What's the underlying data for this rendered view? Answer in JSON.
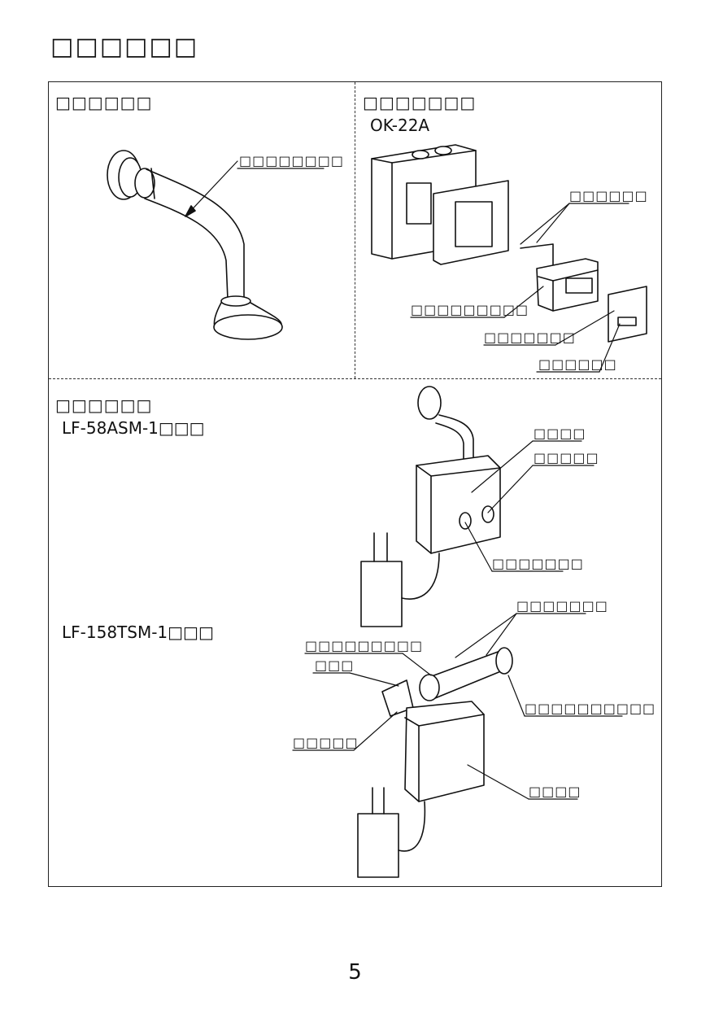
{
  "page_title": "□□□□□□",
  "sections": {
    "spout": {
      "heading": "□□□□□□",
      "label": "□□□□□□□□"
    },
    "sensor": {
      "heading": "□□□□□□□",
      "model": "OK-22A",
      "labels": {
        "a": "□□□□□□",
        "b": "□□□□□□□□□",
        "c": "□□□□□□□",
        "d": "□□□□□□"
      }
    },
    "valve": {
      "heading": "□□□□□□",
      "model1": "LF-58ASM-1□□□",
      "model2": "LF-158TSM-1□□□",
      "labels1": {
        "a": "□□□□",
        "b": "□□□□□",
        "c": "□□□□□□□"
      },
      "labels2": {
        "a": "□□□□□□□",
        "b": "□□□□□□□□□",
        "c": "□□□",
        "d": "□□□□□□□□□□",
        "e": "□□□□□",
        "f": "□□□□"
      }
    }
  },
  "page_number": "5"
}
